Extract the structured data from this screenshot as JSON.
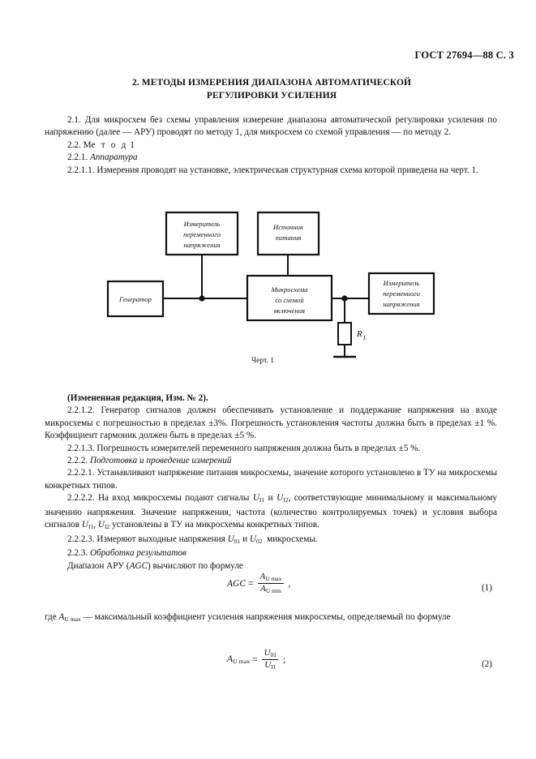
{
  "header": {
    "standard": "ГОСТ 27694—88 С. 3"
  },
  "title": {
    "line1": "2. МЕТОДЫ ИЗМЕРЕНИЯ ДИАПАЗОНА АВТОМАТИЧЕСКОЙ",
    "line2": "РЕГУЛИРОВКИ УСИЛЕНИЯ"
  },
  "sections": {
    "p_2_1": "2.1. Для микросхем без схемы управления измерение диапазона автоматической регулировки усиления по напряжению (далее — АРУ) проводят по методу 1, для микросхем со схемой управления — по методу 2.",
    "p_2_2_prefix": "2.2. М",
    "p_2_2_spaced": "е т о д",
    "p_2_2_suffix": "1",
    "p_2_2_1_num": "2.2.1.",
    "p_2_2_1_title": "Аппаратура",
    "p_2_2_1_1": "2.2.1.1. Измерения проводят на установке, электрическая структурная схема которой приведена на черт. 1.",
    "revision_note": "(Измененная редакция, Изм. № 2).",
    "p_2_2_1_2": "2.2.1.2. Генератор сигналов должен обеспечивать установление и поддержание напряжения на входе микросхемы с погрешностью в пределах ±3%. Погрешность установления частоты должна быть в пределах ±1 %. Коэффициент гармоник должен быть в пределах ±5 %.",
    "p_2_2_1_3": "2.2.1.3. Погрешность измерителей переменного напряжения должна быть в пределах ±5 %.",
    "p_2_2_2_num": "2.2.2.",
    "p_2_2_2_title": "Подготовка и проведение измерений",
    "p_2_2_2_1": "2.2.2.1. Устанавливают напряжение питания микросхемы, значение которого установлено в ТУ на микросхемы конкретных типов.",
    "p_2_2_2_2_a": "2.2.2.2. На вход микросхемы подают сигналы ",
    "p_2_2_2_2_b": ", соответствующие минимальному и максимальному значению напряжения. Значение напряжения, частота (количество контролируемых точек) и условия выбора сигналов ",
    "p_2_2_2_2_c": " установлены в ТУ на микросхемы конкретных типов.",
    "p_2_2_2_3_a": "2.2.2.3. Измеряют выходные напряжения ",
    "p_2_2_2_3_b": " микросхемы.",
    "p_2_2_3_num": "2.2.3.",
    "p_2_2_3_title": "Обработка результатов",
    "p_agc_intro_a": "Диапазон АРУ (",
    "p_agc_intro_var": "AGC",
    "p_agc_intro_b": ") вычисляют по формуле",
    "p_where_a": "где ",
    "p_where_b": " — максимальный коэффициент усиления напряжения микросхемы, определяемый по формуле"
  },
  "variables": {
    "U": "U",
    "A": "A",
    "sub_I1": "I1",
    "sub_I2": "I2",
    "sub_01": "01",
    "sub_02": "02",
    "sub_Umax": "U max",
    "sub_Umin": "U min",
    "and": " и "
  },
  "formulas": {
    "f1": {
      "lhs": "AGC",
      "eq": "=",
      "num_var": "A",
      "num_sub": "U max",
      "den_var": "A",
      "den_sub": "U min",
      "trail": ",",
      "number": "(1)"
    },
    "f2": {
      "lhs_var": "A",
      "lhs_sub": "U max",
      "eq": "=",
      "num_var": "U",
      "num_sub": "01",
      "den_var": "U",
      "den_sub": "I1",
      "trail": ";",
      "number": "(2)"
    }
  },
  "figure": {
    "caption": "Черт. 1",
    "boxes": {
      "meter_left": "Измеритель переменного напряжения",
      "meter_left_l1": "Измеритель",
      "meter_left_l2": "переменного",
      "meter_left_l3": "напряжения",
      "power": "Источник питания",
      "power_l1": "Источник",
      "power_l2": "питания",
      "generator": "Генератор",
      "chip_l1": "Микросхема",
      "chip_l2": "со  схемой",
      "chip_l3": "включения",
      "meter_right_l1": "Измеритель",
      "meter_right_l2": "переменного",
      "meter_right_l3": "напряжения",
      "resistor": "R",
      "resistor_sub": "L"
    }
  },
  "colors": {
    "ink": "#111111",
    "paper": "#ffffff"
  }
}
